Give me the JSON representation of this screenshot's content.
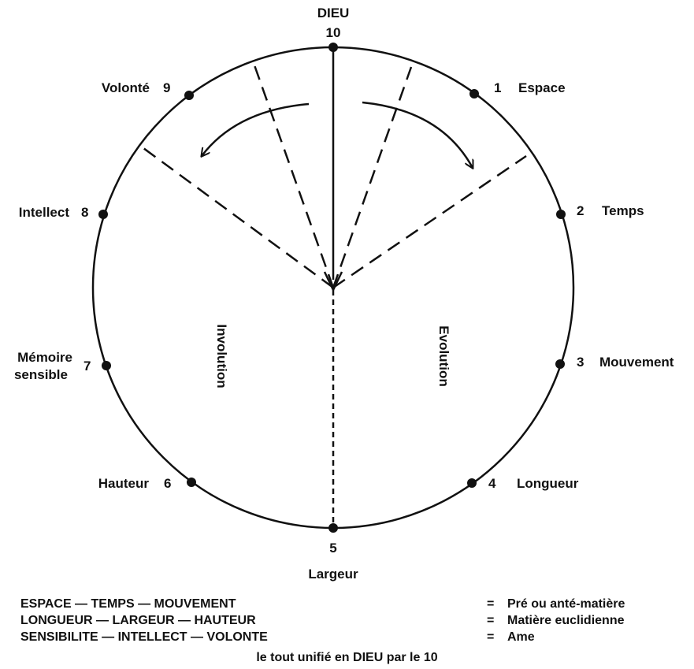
{
  "center_top_label": "DIEU",
  "points": [
    {
      "number": "10",
      "label": ""
    },
    {
      "number": "1",
      "label": "Espace"
    },
    {
      "number": "2",
      "label": "Temps"
    },
    {
      "number": "3",
      "label": "Mouvement"
    },
    {
      "number": "4",
      "label": "Longueur"
    },
    {
      "number": "5",
      "label": "Largeur"
    },
    {
      "number": "6",
      "label": "Hauteur"
    },
    {
      "number": "7",
      "label_line1": "Mémoire",
      "label_line2": "sensible"
    },
    {
      "number": "8",
      "label": "Intellect"
    },
    {
      "number": "9",
      "label": "Volonté"
    }
  ],
  "sectors": {
    "left": "Involution",
    "right": "Evolution"
  },
  "legend": [
    {
      "left": "ESPACE — TEMPS — MOUVEMENT",
      "eq": "=",
      "right": "Pré ou anté-matière"
    },
    {
      "left": "LONGUEUR — LARGEUR — HAUTEUR",
      "eq": "=",
      "right": "Matière euclidienne"
    },
    {
      "left": "SENSIBILITE — INTELLECT — VOLONTE",
      "eq": "=",
      "right": "Ame"
    }
  ],
  "footer": "le tout unifié en DIEU par le 10"
}
